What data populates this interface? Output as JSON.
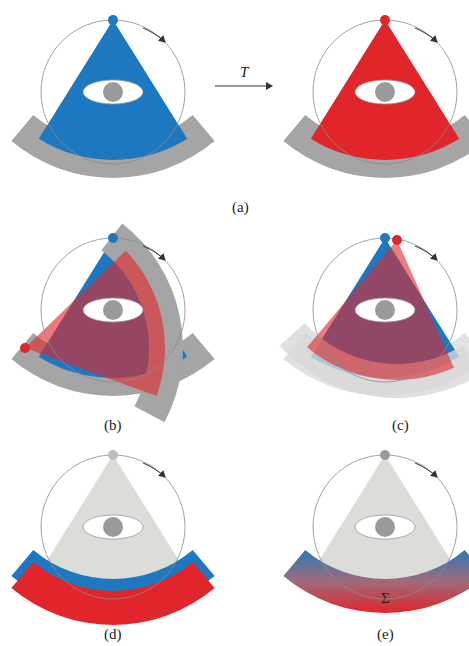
{
  "diagram": {
    "labels": [
      "T",
      "(a)",
      "(b)",
      "(c)",
      "(d)",
      "(e)",
      "Σ"
    ]
  }
}
